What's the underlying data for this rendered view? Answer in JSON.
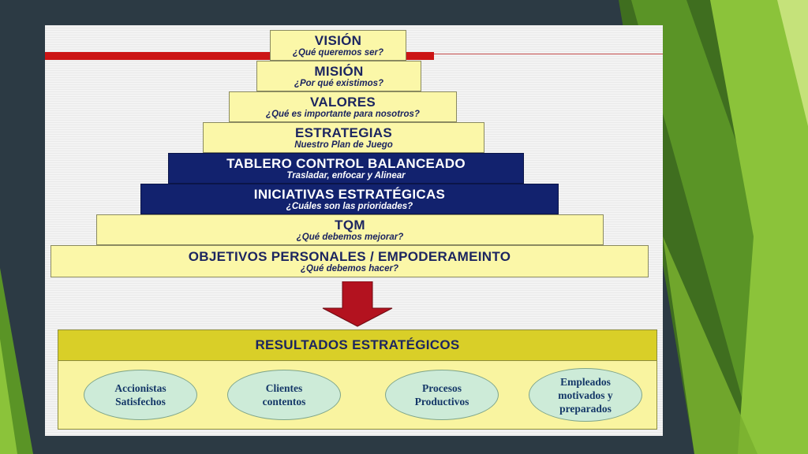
{
  "pyramid": [
    {
      "title": "VISIÓN",
      "subtitle": "¿Qué queremos ser?"
    },
    {
      "title": "MISIÓN",
      "subtitle": "¿Por qué existimos?"
    },
    {
      "title": "VALORES",
      "subtitle": "¿Qué es importante para nosotros?"
    },
    {
      "title": "ESTRATEGIAS",
      "subtitle": "Nuestro Plan de Juego"
    },
    {
      "title": "TABLERO CONTROL BALANCEADO",
      "subtitle": "Trasladar, enfocar y Alinear"
    },
    {
      "title": "INICIATIVAS ESTRATÉGICAS",
      "subtitle": "¿Cuáles son las prioridades?"
    },
    {
      "title": "TQM",
      "subtitle": "¿Qué debemos mejorar?"
    },
    {
      "title": "OBJETIVOS PERSONALES / EMPODERAMEINTO",
      "subtitle": "¿Qué debemos hacer?"
    }
  ],
  "results": {
    "title": "RESULTADOS ESTRATÉGICOS",
    "items": [
      "Accionistas\nSatisfechos",
      "Clientes\ncontentos",
      "Procesos\nProductivos",
      "Empleados\nmotivados y\npreparados"
    ]
  },
  "colors": {
    "tier_yellow": "#fbf7a8",
    "tier_navy": "#12226e",
    "results_header": "#d9cf28",
    "oval_fill": "#cdebd8",
    "arrow": "#b3121f",
    "accent_green": "#8bc33a"
  }
}
